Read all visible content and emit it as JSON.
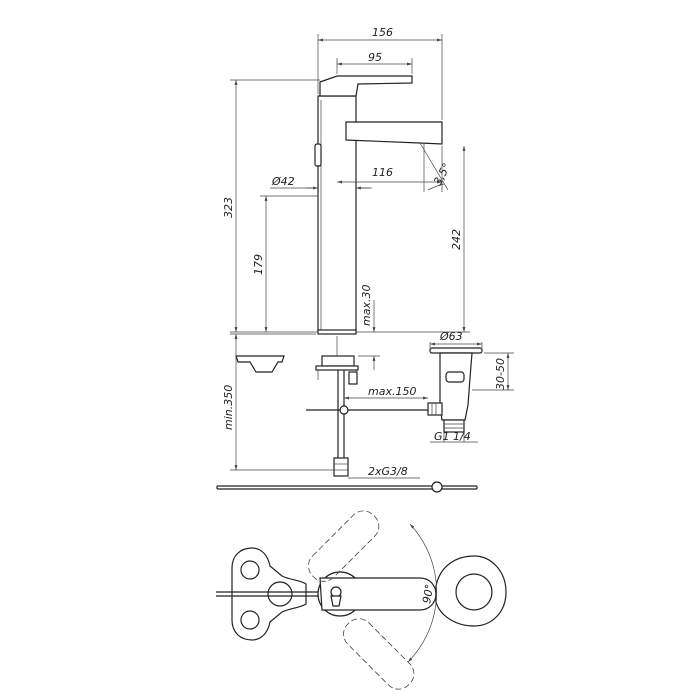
{
  "dimensions": {
    "d156": "156",
    "d95": "95",
    "angle_3_5": "3,5°",
    "d116": "116",
    "dia42": "Ø42",
    "d323": "323",
    "d179": "179",
    "d242": "242",
    "max30": "max.30",
    "dia63": "Ø63",
    "range30_50": "30-50",
    "min350": "min.350",
    "max150": "max.150",
    "g114": "G1 1/4",
    "g38": "2xG3/8",
    "angle90": "90°"
  },
  "colors": {
    "line": "#222222",
    "dim": "#444444",
    "background": "#ffffff"
  }
}
